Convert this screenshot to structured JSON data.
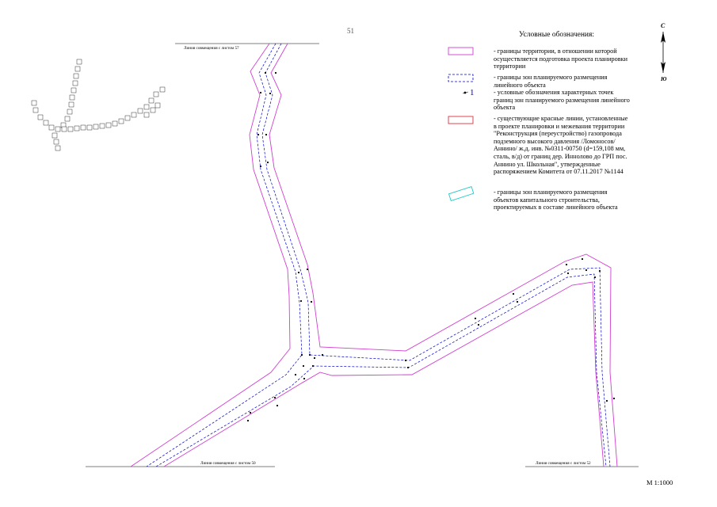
{
  "sheet_number": "51",
  "legend": {
    "title": "Условные обозначения:",
    "items": [
      {
        "symbol": "magenta-rectangle",
        "color": "#d040d0",
        "text": "- границы территории, в отношении которой осуществляется подготовка проекта планировки территории"
      },
      {
        "symbol": "blue-dashed-rectangle",
        "color": "#0000c8",
        "text": "- границы зон планируемого размещения линейного объекта"
      },
      {
        "symbol": "point-marker",
        "marker_number": "1",
        "text": "- условные обозначения характерных точек границ зон планируемого размещения линейного объекта"
      },
      {
        "symbol": "red-rectangle",
        "color": "#e03040",
        "text": "- существующие красные линии, установленные в проекте планировки и межевания территории \"Реконструкция (переустройство) газопровода подземного высокого давления /Ломоносов/Аннино/ ж.д. инв. №0311-00750 (d=159,108 мм, сталь, в/д) от границ дер. Иннолово до ГРП пос. Аннино ул. Школьная\", утвержденные распоряжением Комитета от 07.11.2017 №1144"
      },
      {
        "symbol": "cyan-rotated-rectangle",
        "color": "#20c8c8",
        "text": "- границы зон планируемого размещения объектов капитального строительства, проектируемых в составе линейного объекта"
      }
    ]
  },
  "north_arrow": {
    "top_letter": "С",
    "bottom_letter": "Ю"
  },
  "match_lines": {
    "top": "Линия совмещения с листом 57",
    "bottom_left": "Линия совмещения с листом 50",
    "bottom_right": "Линия совмещения с листом 52"
  },
  "scale": "М 1:1000",
  "colors": {
    "territory_boundary": "#d040d0",
    "zone_boundary": "#0000c8",
    "red_lines": "#e03040",
    "capital_objects": "#20c8c8"
  }
}
